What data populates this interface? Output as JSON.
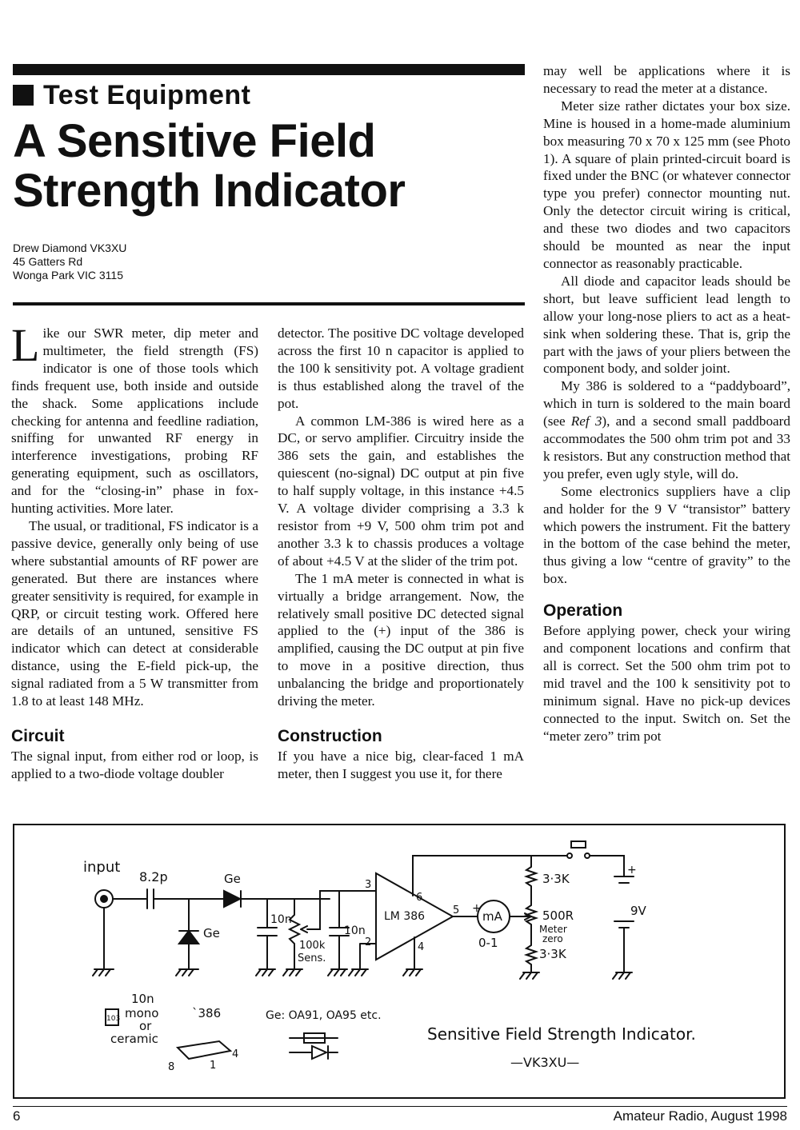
{
  "header": {
    "section": "Test Equipment",
    "title_line1": "A Sensitive Field",
    "title_line2": "Strength Indicator",
    "author": "Drew Diamond VK3XU",
    "address1": "45 Gatters Rd",
    "address2": "Wonga Park VIC 3115"
  },
  "col1": {
    "dropcap": "L",
    "p1": "ike our SWR meter, dip meter and multimeter, the field strength (FS) indicator is one of those tools which finds frequent use, both inside and outside the shack. Some applications include checking for antenna and feedline radiation, sniffing for unwanted RF energy in interference investigations, probing RF generating equipment, such as oscillators, and for the “closing-in” phase in fox-hunting activities. More later.",
    "p2": "The usual, or traditional, FS indicator is a passive device, generally only being of use where substantial amounts of RF power are generated. But there are instances where greater sensitivity is required, for example in QRP, or circuit testing work. Offered here are details of an untuned, sensitive FS indicator which can detect at considerable distance, using the E-field pick-up, the signal radiated from a 5 W transmitter from 1.8 to at least 148 MHz.",
    "h_circuit": "Circuit",
    "p3": "The signal input, from either rod or loop, is applied to a two-diode voltage doubler"
  },
  "col2": {
    "p1": "detector. The positive DC voltage developed across the first 10 n capacitor is applied to the 100 k sensitivity pot. A voltage gradient is thus established along the travel of the pot.",
    "p2": "A common LM-386 is wired here as a DC, or servo amplifier. Circuitry inside the 386 sets the gain, and establishes the quiescent (no-signal) DC output at pin five to half supply voltage, in this instance +4.5 V. A voltage divider comprising a 3.3 k resistor from +9 V, 500 ohm trim pot and another 3.3 k to chassis produces a voltage of about +4.5 V at the slider of the trim pot.",
    "p3": "The 1 mA meter is connected in what is virtually a bridge arrangement. Now, the relatively small positive DC detected signal applied to the (+) input of the 386 is amplified, causing the DC output at pin five to move in a positive direction, thus unbalancing the bridge and proportionately driving the meter.",
    "h_construction": "Construction",
    "p4": "If you have a nice big, clear-faced 1 mA meter, then I suggest you use it, for there"
  },
  "col3": {
    "p1": "may well be applications where it is necessary to read the meter at a distance.",
    "p2": "Meter size rather dictates your box size. Mine is housed in a home-made aluminium box measuring 70 x 70 x 125 mm (see Photo 1). A square of plain printed-circuit board is fixed under the BNC (or whatever connector type you prefer) connector mounting nut. Only the detector circuit wiring is critical, and these two diodes and two capacitors should be mounted as near the input connector as reasonably practicable.",
    "p3": "All diode and capacitor leads should be short, but leave sufficient lead length to allow your long-nose pliers to act as a heat-sink when soldering these. That is, grip the part with the jaws of your pliers between the component body, and solder joint.",
    "p4_pre": "My 386 is soldered to a “paddyboard”, which in turn is soldered to the main board (see ",
    "p4_ref": "Ref 3",
    "p4_post": "), and a second small paddboard accommodates the 500 ohm trim pot and 33 k resistors. But any construction method that you prefer, even ugly style, will do.",
    "p5": "Some electronics suppliers have a clip and holder for the 9 V “transistor” battery which powers the instrument. Fit the battery in the bottom of the case behind the meter, thus giving a low “centre of gravity” to the box.",
    "h_operation": "Operation",
    "p6": "Before applying power, check your wiring and component locations and confirm that all is correct. Set the 500 ohm trim pot to mid travel and the 100 k sensitivity pot to minimum signal. Have no pick-up devices connected to the input. Switch on. Set the “meter zero” trim pot"
  },
  "schematic": {
    "input": "input",
    "cap1": "8.2p",
    "diode_top": "Ge",
    "diode_shunt": "Ge",
    "cap2": "10n",
    "pot": "100k",
    "pot_label": "Sens.",
    "cap3": "10n",
    "ic": "LM 386",
    "pin3": "3",
    "pin2": "2",
    "pin6": "6",
    "pin4": "4",
    "pin5": "5",
    "plus": "+",
    "meter": "mA",
    "meter_range": "0-1",
    "r1": "3·3K",
    "trim": "500R",
    "trim_label1": "Meter",
    "trim_label2": "zero",
    "r2": "3·3K",
    "batt": "9V",
    "batt_plus": "+",
    "cap_note1": "10n",
    "cap_note2": "mono",
    "cap_note3": "or",
    "cap_note4": "ceramic",
    "cap_code": "103",
    "ic_note": "`386",
    "ic_pin8": "8",
    "ic_pin1": "1",
    "ic_pin4": "4",
    "ge_note": "Ge: OA91, OA95 etc.",
    "caption": "Sensitive Field Strength Indicator.",
    "credit": "—VK3XU—"
  },
  "footer": {
    "page": "6",
    "journal": "Amateur Radio, August 1998"
  }
}
